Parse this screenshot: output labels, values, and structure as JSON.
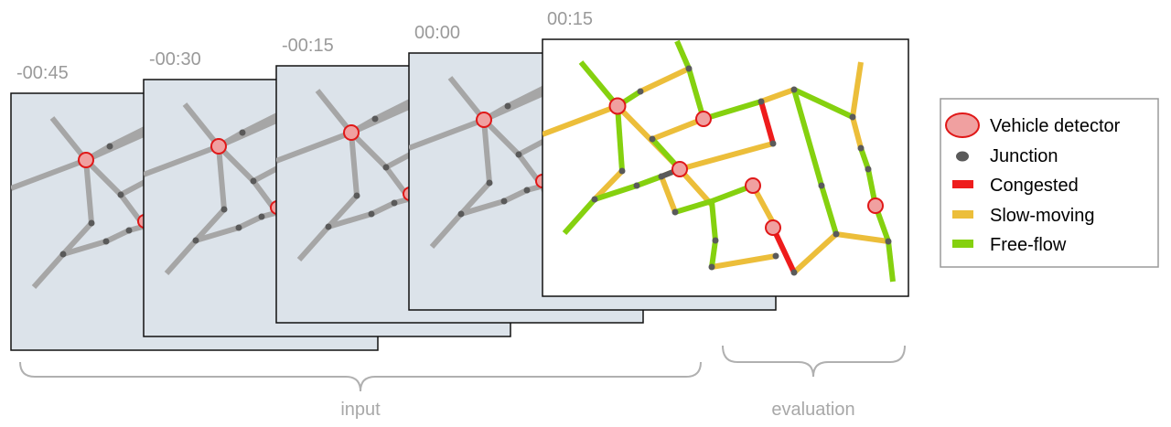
{
  "frames": [
    {
      "time": "-00:45"
    },
    {
      "time": "-00:30"
    },
    {
      "time": "-00:15"
    },
    {
      "time": "00:00"
    },
    {
      "time": "00:15"
    }
  ],
  "braces": {
    "input": "input",
    "evaluation": "evaluation"
  },
  "legend": {
    "items": [
      {
        "label": "Vehicle detector",
        "icon": "vehicle-detector-icon"
      },
      {
        "label": "Junction",
        "icon": "junction-icon"
      },
      {
        "label": "Congested",
        "icon": "congested-swatch",
        "color": "#ee1c1c"
      },
      {
        "label": "Slow-moving",
        "icon": "slow-moving-swatch",
        "color": "#ecbe3a"
      },
      {
        "label": "Free-flow",
        "icon": "free-flow-swatch",
        "color": "#85d10f"
      }
    ]
  },
  "colors": {
    "input_bg": "#dce3ea",
    "input_road": "#a6a6a6",
    "congested": "#ee1c1c",
    "slow": "#ecbe3a",
    "free": "#85d10f",
    "detector_fill": "#f0a0a0",
    "detector_stroke": "#e01818",
    "junction": "#5a5a5a"
  }
}
